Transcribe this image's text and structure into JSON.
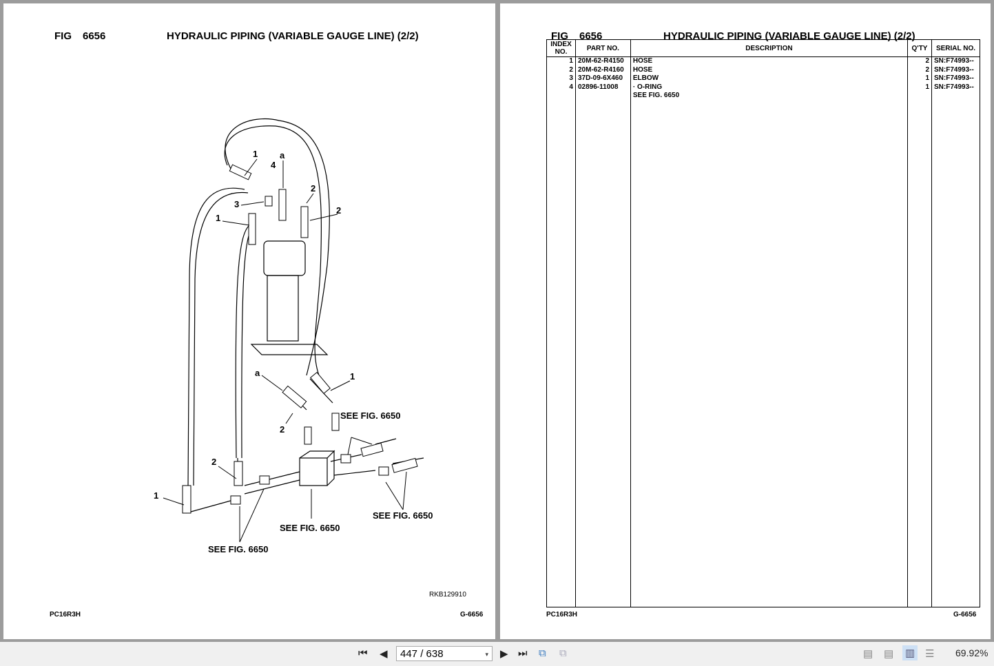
{
  "left_page": {
    "fig_label": "FIG",
    "fig_number": "6656",
    "title": "HYDRAULIC PIPING (VARIABLE GAUGE LINE) (2/2)",
    "drawing_code": "RKB129910",
    "model": "PC16R3H",
    "page_code": "G-6656",
    "callouts": [
      "1",
      "a",
      "4",
      "2",
      "3",
      "2",
      "1",
      "a",
      "1",
      "SEE FIG. 6650",
      "2",
      "2",
      "1",
      "SEE FIG. 6650",
      "SEE FIG. 6650",
      "SEE FIG. 6650"
    ]
  },
  "right_page": {
    "fig_label": "FIG",
    "fig_number": "6656",
    "title": "HYDRAULIC PIPING (VARIABLE GAUGE LINE) (2/2)",
    "columns": {
      "index": "INDEX NO.",
      "part": "PART NO.",
      "desc": "DESCRIPTION",
      "qty": "Q'TY",
      "serial": "SERIAL NO."
    },
    "rows": [
      {
        "index": "1",
        "part": "20M-62-R4150",
        "desc": "HOSE",
        "qty": "2",
        "serial": "SN:F74993--"
      },
      {
        "index": "2",
        "part": "20M-62-R4160",
        "desc": "HOSE",
        "qty": "2",
        "serial": "SN:F74993--"
      },
      {
        "index": "3",
        "part": "37D-09-6X460",
        "desc": "ELBOW",
        "qty": "1",
        "serial": "SN:F74993--"
      },
      {
        "index": "4",
        "part": "02896-11008",
        "desc": "·  O-RING",
        "qty": "1",
        "serial": "SN:F74993--"
      },
      {
        "index": "",
        "part": "",
        "desc": "SEE FIG. 6650",
        "qty": "",
        "serial": ""
      }
    ],
    "model": "PC16R3H",
    "page_code": "G-6656"
  },
  "toolbar": {
    "page_indicator": "447 / 638",
    "zoom": "69.92%"
  }
}
